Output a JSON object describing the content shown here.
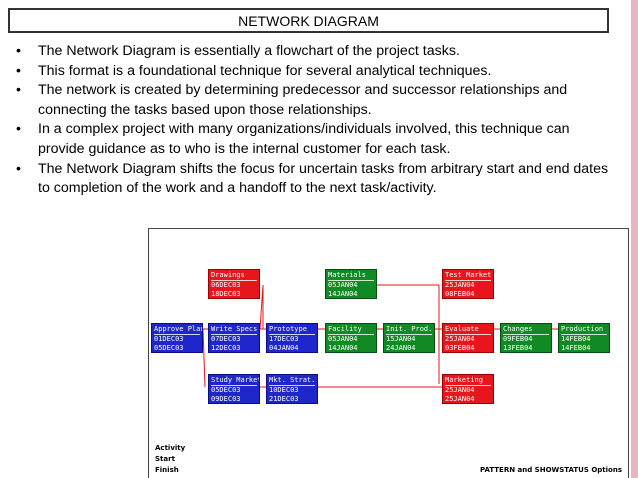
{
  "slide": {
    "title": "NETWORK DIAGRAM",
    "bullets": [
      "The Network Diagram is essentially a flowchart of the project tasks.",
      "This format is a foundational technique for several analytical techniques.",
      "The network is created by determining predecessor and successor relationships and connecting the tasks based upon those relationships.",
      "In a complex project with many organizations/individuals involved, this technique can provide guidance as to who is the internal customer for each task.",
      "The Network Diagram shifts the focus for uncertain tasks from arbitrary start and end dates to completion of the work and a handoff to the next task/activity."
    ]
  },
  "diagram": {
    "colors": {
      "blue": "#1f27cc",
      "red": "#e8151c",
      "green": "#118a23"
    },
    "nodes": {
      "drawings": {
        "name": "Drawings",
        "start": "06DEC03",
        "finish": "18DEC03",
        "color": "red"
      },
      "materials": {
        "name": "Materials",
        "start": "05JAN04",
        "finish": "14JAN04",
        "color": "green"
      },
      "test_market": {
        "name": "Test Market",
        "start": "25JAN04",
        "finish": "08FEB04",
        "color": "red"
      },
      "approve_plan": {
        "name": "Approve Plan",
        "start": "01DEC03",
        "finish": "05DEC03",
        "color": "blue"
      },
      "write_specs": {
        "name": "Write Specs",
        "start": "07DEC03",
        "finish": "12DEC03",
        "color": "blue"
      },
      "prototype": {
        "name": "Prototype",
        "start": "17DEC03",
        "finish": "04JAN04",
        "color": "blue"
      },
      "facility": {
        "name": "Facility",
        "start": "05JAN04",
        "finish": "14JAN04",
        "color": "green"
      },
      "init_prod": {
        "name": "Init. Prod.",
        "start": "15JAN04",
        "finish": "24JAN04",
        "color": "green"
      },
      "evaluate": {
        "name": "Evaluate",
        "start": "25JAN04",
        "finish": "03FEB04",
        "color": "red"
      },
      "changes": {
        "name": "Changes",
        "start": "09FEB04",
        "finish": "13FEB04",
        "color": "green"
      },
      "production": {
        "name": "Production",
        "start": "14FEB04",
        "finish": "14FEB04",
        "color": "green"
      },
      "study_market": {
        "name": "Study Market",
        "start": "05DEC03",
        "finish": "09DEC03",
        "color": "blue"
      },
      "mkt_strat": {
        "name": "Mkt. Strat.",
        "start": "10DEC03",
        "finish": "21DEC03",
        "color": "blue"
      },
      "marketing": {
        "name": "Marketing",
        "start": "25JAN04",
        "finish": "25JAN04",
        "color": "red"
      }
    },
    "legend": {
      "activity": "Activity",
      "start": "Start",
      "finish": "Finish"
    },
    "options_label": "PATTERN and SHOWSTATUS Options"
  }
}
